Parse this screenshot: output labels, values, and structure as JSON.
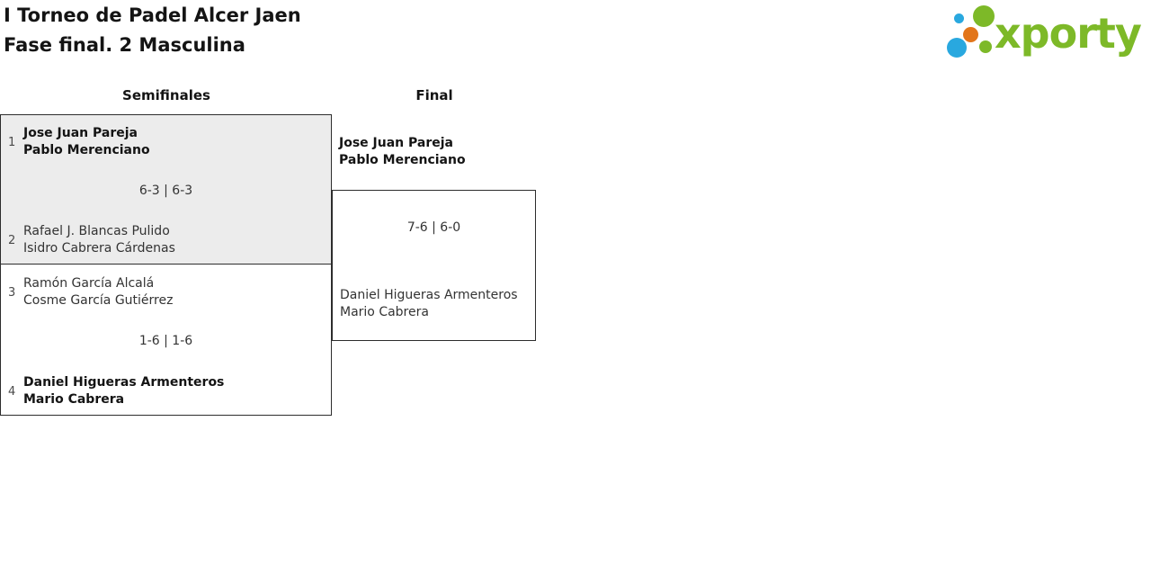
{
  "header": {
    "title_line1": "I Torneo de Padel Alcer Jaen",
    "title_line2": "Fase final. 2 Masculina"
  },
  "logo": {
    "text": "xporty",
    "brand_green": "#7db928",
    "brand_blue": "#29a8df",
    "brand_orange": "#e2761b"
  },
  "bracket": {
    "highlight_bg": "#ececec",
    "border_color": "#2d2d2d",
    "rounds": [
      {
        "label": "Semifinales"
      },
      {
        "label": "Final"
      }
    ],
    "semifinals": [
      {
        "seed_top": "1",
        "team_top": [
          "Jose Juan Pareja",
          "Pablo Merenciano"
        ],
        "score": "6-3 | 6-3",
        "seed_bottom": "2",
        "team_bottom": [
          "Rafael J. Blancas Pulido",
          "Isidro Cabrera Cárdenas"
        ]
      },
      {
        "seed_top": "3",
        "team_top": [
          "Ramón García Alcalá",
          "Cosme García Gutiérrez"
        ],
        "score": "1-6 | 1-6",
        "seed_bottom": "4",
        "team_bottom": [
          "Daniel Higueras Armenteros",
          "Mario Cabrera"
        ]
      }
    ],
    "final": {
      "team_top": [
        "Jose Juan Pareja",
        "Pablo Merenciano"
      ],
      "score": "7-6 | 6-0",
      "team_bottom": [
        "Daniel Higueras Armenteros",
        "Mario Cabrera"
      ]
    }
  }
}
